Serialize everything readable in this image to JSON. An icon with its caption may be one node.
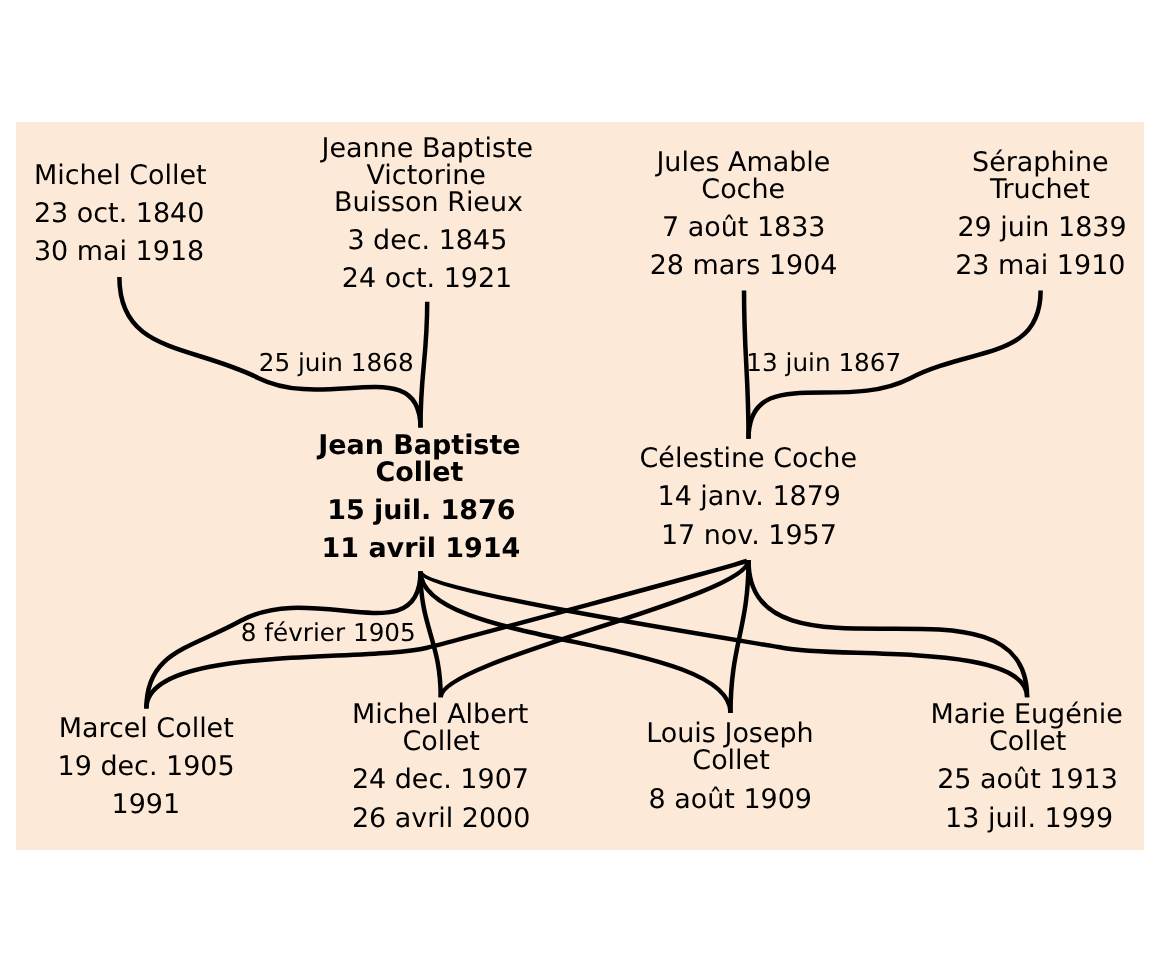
{
  "diagram": {
    "nodes": [
      {
        "text": [
          "Michel Collet",
          "23 oct. 1840",
          "30 mai 1918"
        ]
      },
      {
        "text": [
          "Jeanne Baptiste Victorine Buisson Rieux",
          "3 dec. 1845",
          "24 oct. 1921"
        ]
      },
      {
        "text": [
          "Jules Amable Coche",
          "7 août 1833",
          "28 mars 1904"
        ]
      },
      {
        "text": [
          "Séraphine Truchet",
          "29 juin 1839",
          "23 mai 1910"
        ]
      },
      {
        "text": [
          "Jean Baptiste Collet",
          "15 juil. 1876",
          "11 avril 1914"
        ]
      },
      {
        "text": [
          "Célestine Coche",
          "14 janv. 1879",
          "17 nov. 1957"
        ]
      },
      {
        "text": [
          "Marcel Collet",
          "19 dec. 1905",
          "1991"
        ]
      },
      {
        "text": [
          "Michel Albert Collet",
          "24 dec. 1907",
          "26 avril 2000"
        ]
      },
      {
        "text": [
          "Louis Joseph Collet",
          "8 août 1909"
        ]
      },
      {
        "text": [
          "Marie Eugénie Collet",
          "25 août 1913",
          "13 juil. 1999"
        ]
      }
    ],
    "edges": [
      {
        "from": 0,
        "to": 4,
        "arrow": "none",
        "label": "25 juin 1868"
      },
      {
        "from": 1,
        "to": 4,
        "arrow": "none"
      },
      {
        "from": 2,
        "to": 5,
        "arrow": "none",
        "label": "13 juin 1867"
      },
      {
        "from": 3,
        "to": 5,
        "arrow": "none"
      },
      {
        "from": 4,
        "to": 6,
        "arrow": "none",
        "label": "8 février 1905"
      },
      {
        "from": 5,
        "to": 6,
        "arrow": "none"
      },
      {
        "from": 4,
        "to": 7,
        "arrow": "none"
      },
      {
        "from": 5,
        "to": 7,
        "arrow": "none"
      },
      {
        "from": 4,
        "to": 8,
        "arrow": "none"
      },
      {
        "from": 5,
        "to": 8,
        "arrow": "none"
      },
      {
        "from": 4,
        "to": 9,
        "arrow": "none"
      },
      {
        "from": 5,
        "to": 9,
        "arrow": "none"
      }
    ]
  }
}
